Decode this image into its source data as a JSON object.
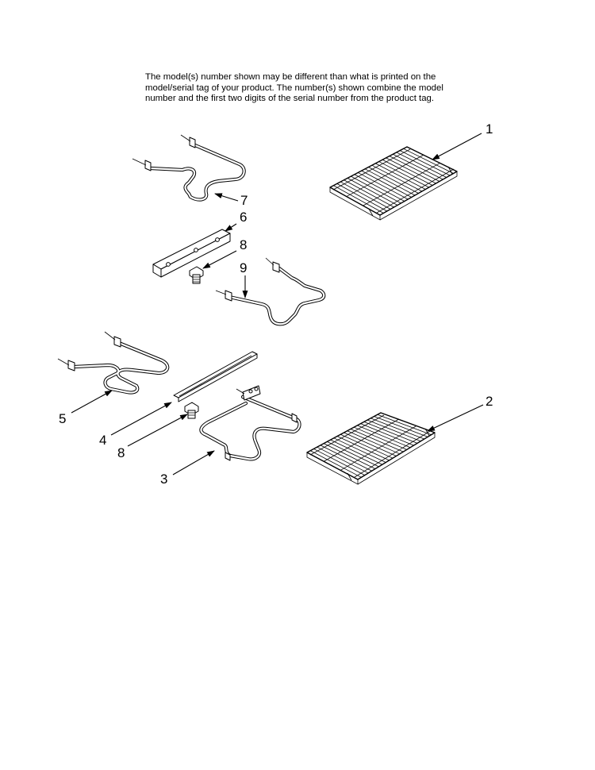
{
  "notice": {
    "line1": "The model(s) number shown may be different than what is printed on the",
    "line2": "model/serial tag of your product. The number(s) shown combine the model",
    "line3": "number and the first two digits of the serial number from the product tag."
  },
  "callouts": {
    "c1": "1",
    "c2": "2",
    "c3": "3",
    "c4": "4",
    "c5": "5",
    "c6": "6",
    "c7": "7",
    "c8a": "8",
    "c8b": "8",
    "c9": "9"
  }
}
